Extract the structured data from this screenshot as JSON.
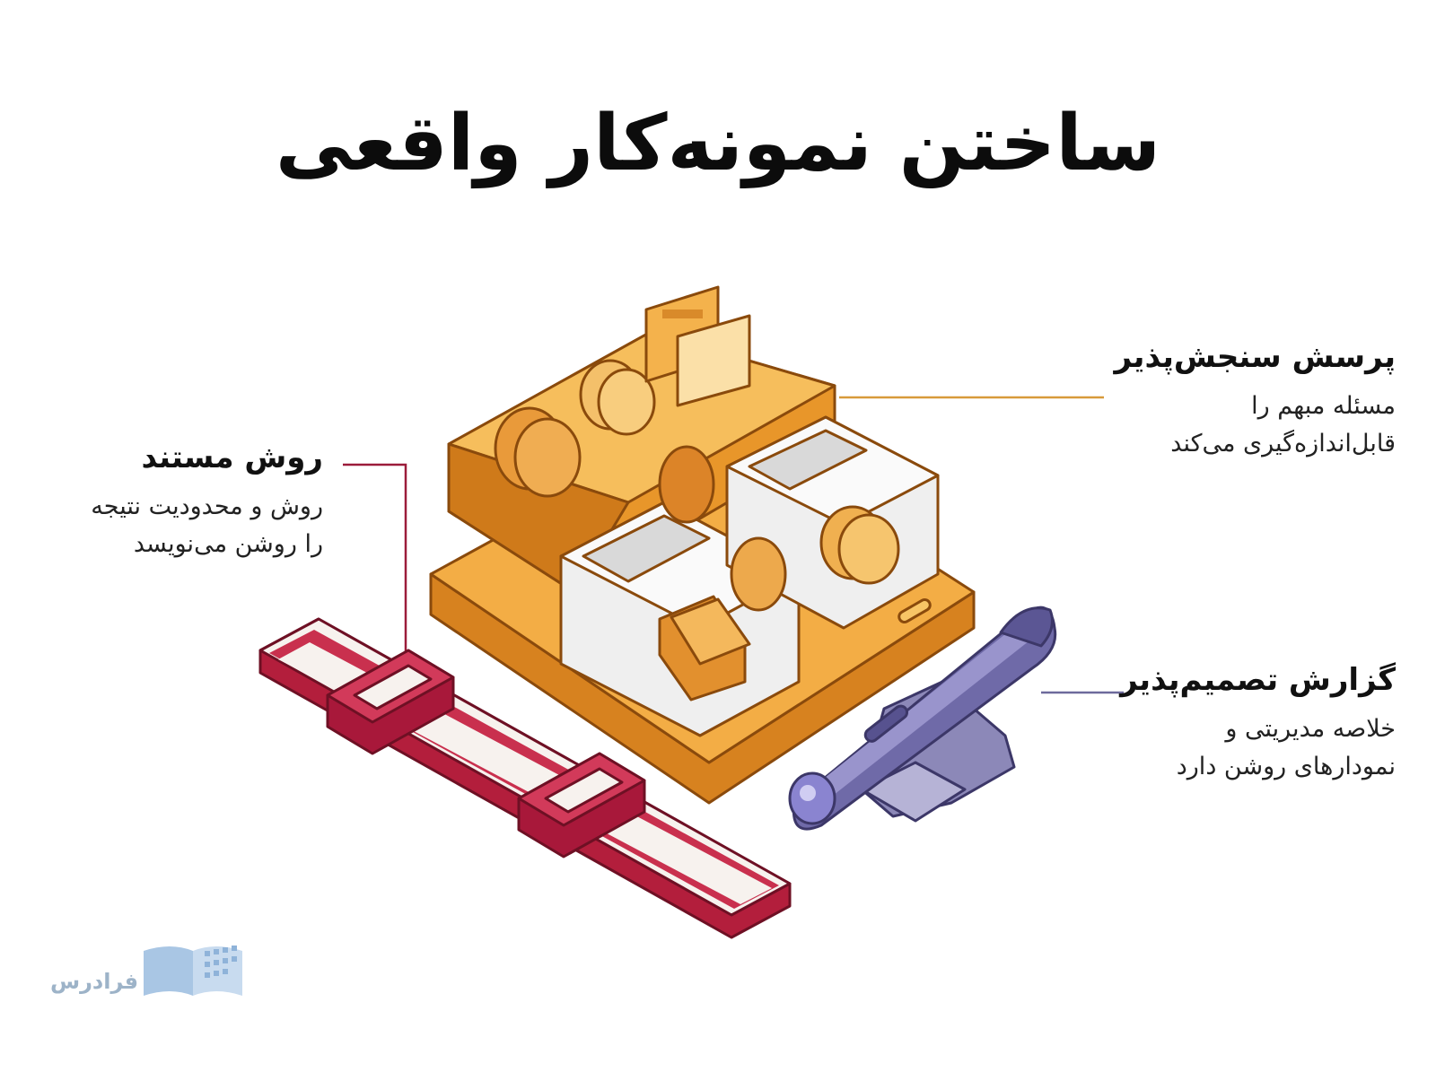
{
  "title": "ساختن نمونه‌کار واقعی",
  "labels": {
    "question": {
      "heading": "پرسش سنجش‌پذیر",
      "line1": "مسئله مبهم را",
      "line2": "قابل‌اندازه‌گیری می‌کند"
    },
    "method": {
      "heading": "روش مستند",
      "line1": "روش و محدودیت نتیجه",
      "line2": "را روشن می‌نویسد"
    },
    "report": {
      "heading": "گزارش تصمیم‌پذیر",
      "line1": "خلاصه مدیریتی و",
      "line2": "نمودارهای روشن دارد"
    }
  },
  "logo": {
    "text": "فرادرس"
  },
  "colors": {
    "orange": "#e8962a",
    "orange_light": "#f4b24c",
    "orange_dark": "#b86a14",
    "crimson": "#b31e3c",
    "purple": "#6f6aa8",
    "leader_orange": "#d89a3a",
    "leader_crimson": "#9b1c3a",
    "leader_purple": "#6d6a9c"
  }
}
